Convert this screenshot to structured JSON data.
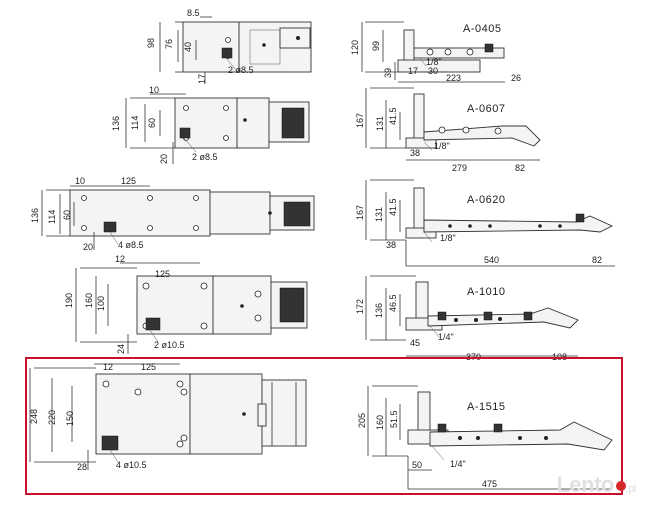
{
  "rows": [
    {
      "model": "A-0405",
      "top": {
        "w1": "8.5",
        "h1": "98",
        "h2": "76",
        "h3": "40",
        "b1": "17",
        "b2": "2 ø8.5"
      },
      "side": {
        "h1": "120",
        "h2": "99",
        "h3": "39",
        "h4": "17",
        "thread": "1/8\"",
        "w1": "30",
        "w2": "223",
        "w3": "26"
      }
    },
    {
      "model": "A-0607",
      "top": {
        "w1": "10",
        "h1": "136",
        "h2": "114",
        "h3": "60",
        "b1": "20",
        "b2": "2 ø8.5"
      },
      "side": {
        "h1": "167",
        "h2": "131",
        "h3": "41.5",
        "h4": "38",
        "thread": "1/8\"",
        "w1": "279",
        "w2": "82"
      }
    },
    {
      "model": "A-0620",
      "top": {
        "w1": "10",
        "w2": "125",
        "h1": "136",
        "h2": "114",
        "h3": "60",
        "b1": "20",
        "b2": "4 ø8.5"
      },
      "side": {
        "h1": "167",
        "h2": "131",
        "h3": "41.5",
        "h4": "38",
        "thread": "1/8\"",
        "w1": "540",
        "w2": "82"
      }
    },
    {
      "model": "A-1010",
      "top": {
        "w1": "12",
        "w2": "125",
        "h1": "190",
        "h2": "160",
        "h3": "100",
        "b1": "24",
        "b2": "2 ø10.5"
      },
      "side": {
        "h1": "172",
        "h2": "136",
        "h3": "46.5",
        "h4": "45",
        "thread": "1/4\"",
        "w1": "370",
        "w2": "108"
      }
    },
    {
      "model": "A-1515",
      "top": {
        "w1": "12",
        "w2": "125",
        "h1": "248",
        "h2": "220",
        "h3": "150",
        "b1": "28",
        "b2": "4 ø10.5"
      },
      "side": {
        "h1": "205",
        "h2": "160",
        "h3": "51.5",
        "h4": "50",
        "thread": "1/4\"",
        "w1": "475"
      }
    }
  ],
  "highlight_color": "#c8102e",
  "watermark": {
    "brand": "Lento",
    "ext": ".pl"
  }
}
